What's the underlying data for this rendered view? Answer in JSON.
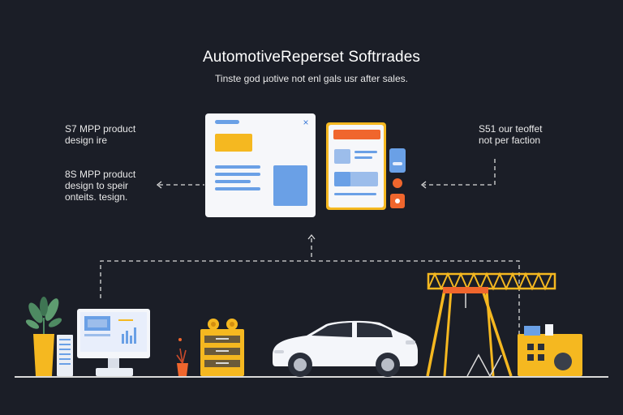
{
  "header": {
    "title": "AutomotiveReperset Softrrades",
    "subtitle": "Tinste god µotive not enl gals usr after sales."
  },
  "labels": {
    "left_top_line1": "S7 MPP product",
    "left_top_line2": "design ire",
    "left_bottom_line1": "8S MPP product",
    "left_bottom_line2": "design to speir",
    "left_bottom_line3": "onteits. tesign.",
    "right_top_line1": "S51 our teoffet",
    "right_top_line2": "not per faction"
  },
  "icons": {
    "close": "×"
  },
  "colors": {
    "background": "#1b1e27",
    "accent_blue": "#6aa0e6",
    "accent_yellow": "#f5b820",
    "accent_orange": "#f0662d",
    "ground": "#d9d9d9"
  }
}
